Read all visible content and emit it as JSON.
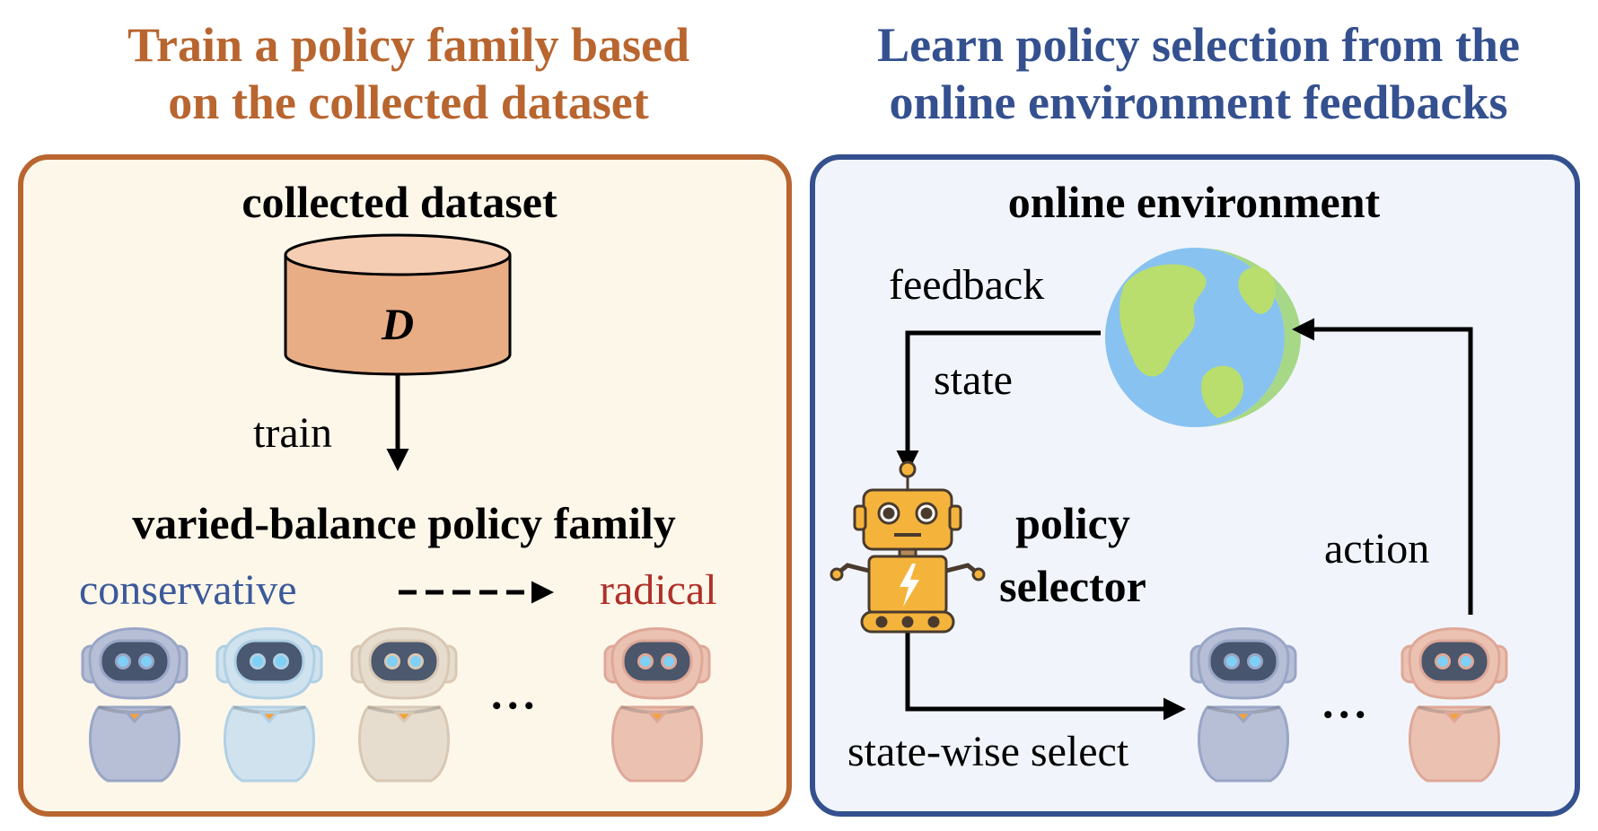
{
  "left": {
    "title_line1": "Train a policy family based",
    "title_line2": "on the collected dataset",
    "heading": "collected dataset",
    "dataset_symbol": "D",
    "train_label": "train",
    "family_heading": "varied-balance policy family",
    "conservative_label": "conservative",
    "radical_label": "radical",
    "ellipsis": "• • •"
  },
  "right": {
    "title_line1": "Learn policy selection from the",
    "title_line2": "online environment feedbacks",
    "heading": "online environment",
    "feedback_label": "feedback",
    "state_label": "state",
    "selector_line1": "policy",
    "selector_line2": "selector",
    "action_label": "action",
    "select_label": "state-wise select",
    "ellipsis": "• • •"
  },
  "colors": {
    "left_accent": "#b8652f",
    "left_panel_bg": "#fdf7ea",
    "right_accent": "#34508f",
    "right_panel_bg": "#f1f5fb",
    "cylinder": "#e9ad86",
    "conservative": "#3c5a9a",
    "radical": "#b03028"
  }
}
